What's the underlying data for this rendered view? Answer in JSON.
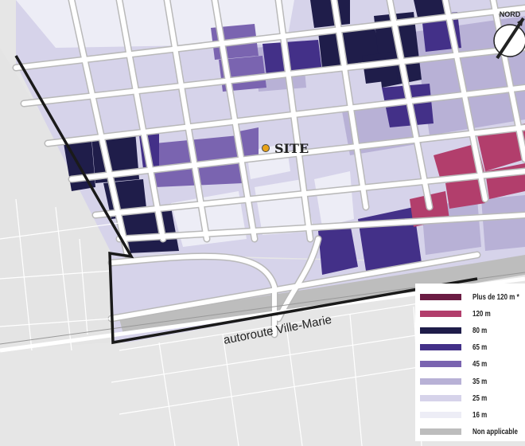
{
  "map": {
    "site_label": "SITE",
    "highway_label": "autoroute Ville-Marie",
    "north_label": "NORD"
  },
  "legend": {
    "items": [
      {
        "label": "Plus de 120 m *",
        "color": "#6b1c43"
      },
      {
        "label": "120 m",
        "color": "#b23e6c"
      },
      {
        "label": "80 m",
        "color": "#1f1d4a"
      },
      {
        "label": "65 m",
        "color": "#433088"
      },
      {
        "label": "45 m",
        "color": "#7a64b0"
      },
      {
        "label": "35 m",
        "color": "#b8b1d6"
      },
      {
        "label": "25 m",
        "color": "#d6d3ea"
      },
      {
        "label": "16 m",
        "color": "#ededf6"
      },
      {
        "label": "Non applicable",
        "color": "#bdbdbd"
      }
    ]
  },
  "colors": {
    "street": "#ffffff",
    "street_casing": "#b9b9b9",
    "site_marker": "#e8a21a",
    "boundary": "#1a1a1a"
  }
}
